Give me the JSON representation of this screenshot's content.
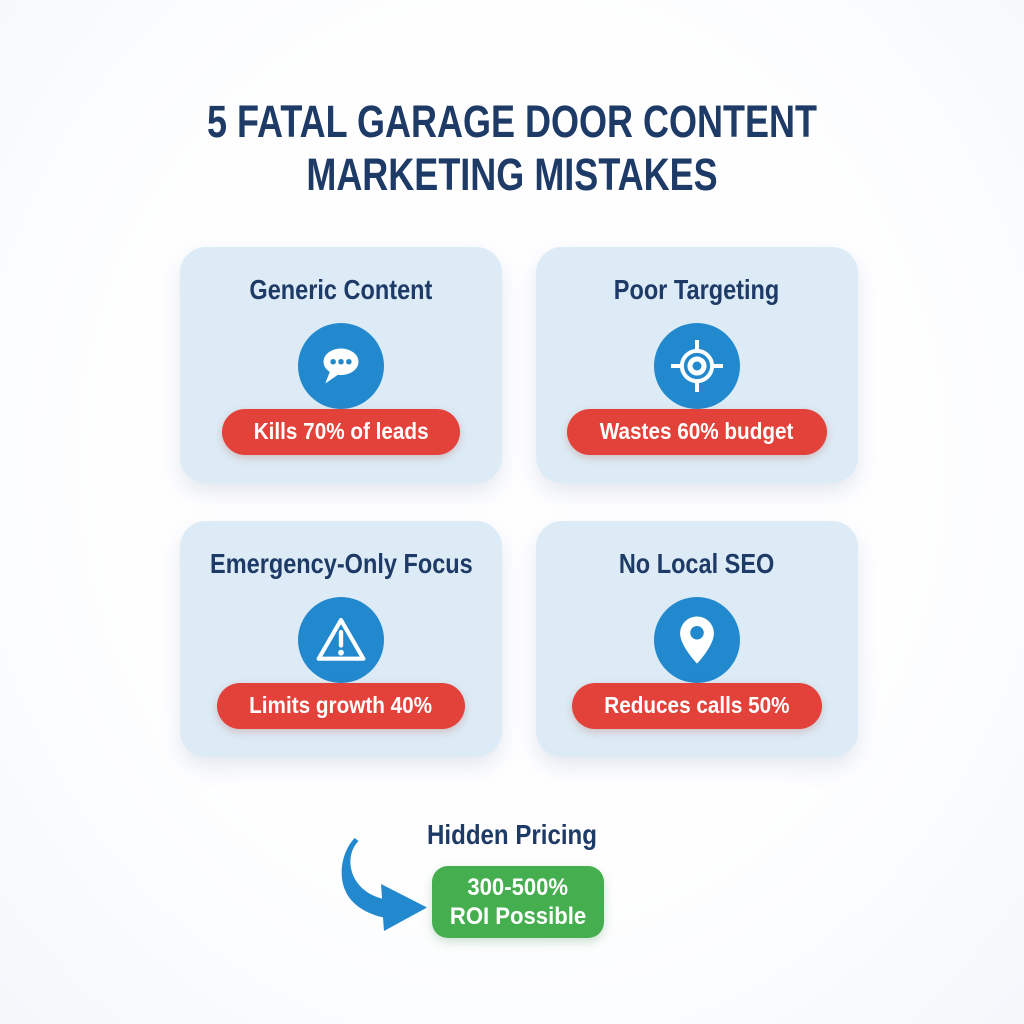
{
  "title": {
    "line1": "5 FATAL GARAGE DOOR CONTENT",
    "line2": "MARKETING MISTAKES"
  },
  "cards": [
    {
      "title": "Generic Content",
      "icon": "chat-bubble-icon",
      "badge": "Kills 70% of leads"
    },
    {
      "title": "Poor Targeting",
      "icon": "target-icon",
      "badge": "Wastes 60% budget"
    },
    {
      "title": "Emergency-Only Focus",
      "icon": "warning-triangle-icon",
      "badge": "Limits growth 40%"
    },
    {
      "title": "No Local SEO",
      "icon": "location-pin-icon",
      "badge": "Reduces calls 50%"
    }
  ],
  "footer": {
    "label": "Hidden Pricing",
    "arrow_icon": "curved-arrow-icon",
    "badge_line1": "300-500%",
    "badge_line2": "ROI Possible"
  },
  "colors": {
    "navy": "#1e3a66",
    "card_bg": "#dcebf5",
    "icon_blue": "#2289ce",
    "red": "#e2423a",
    "green": "#45af4f",
    "background": "#fbfcfd",
    "white": "#ffffff"
  }
}
